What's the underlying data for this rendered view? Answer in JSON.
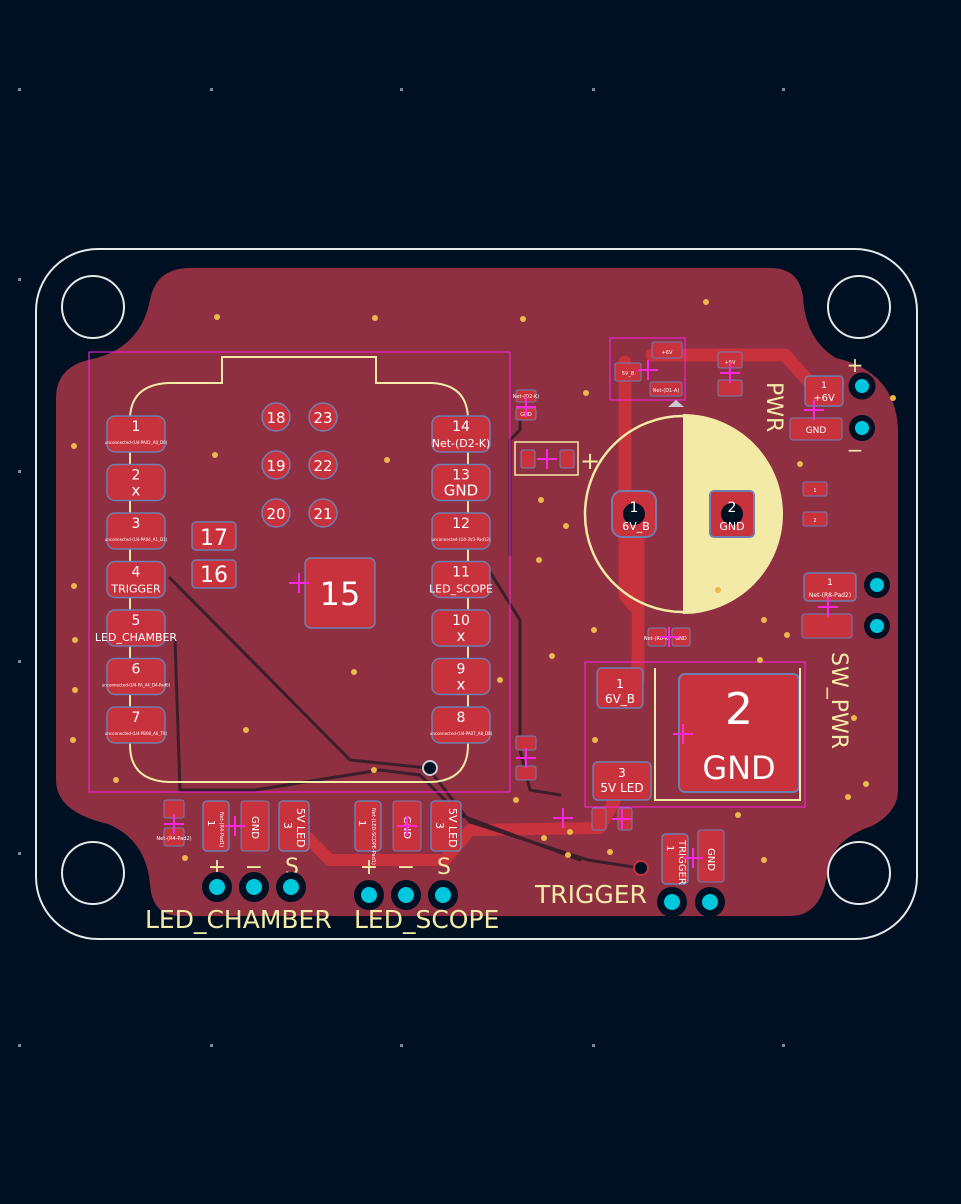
{
  "colors": {
    "background": "#001023",
    "copper": "#8e2f42",
    "pad": "#c8323c",
    "pad_outline": "#6f7fb0",
    "trace": "#c8323c",
    "silkscreen": "#f2eaa6",
    "edge_cuts": "#e8e8e8",
    "via": "#ecb84a",
    "through_hole": "#00c8dc",
    "courtyard": "#ff26e2",
    "pad_label": "#ffffff"
  },
  "mcu": {
    "left_pins": [
      {
        "num": "1",
        "net": "unconnected-(U4-PA02_A0_D0)"
      },
      {
        "num": "2",
        "net": "x"
      },
      {
        "num": "3",
        "net": "unconnected-(U4-PA04_A1_D1)"
      },
      {
        "num": "4",
        "net": "TRIGGER"
      },
      {
        "num": "5",
        "net": "LED_CHAMBER"
      },
      {
        "num": "6",
        "net": "unconnected-(U4-PA_A4_D4-Pad6)"
      },
      {
        "num": "7",
        "net": "unconnected-(U4-PB08_A6_TX)"
      }
    ],
    "right_pins": [
      {
        "num": "14",
        "net": "Net-(D2-K)"
      },
      {
        "num": "13",
        "net": "GND"
      },
      {
        "num": "12",
        "net": "unconnected-(U4-3V3-Pad12)"
      },
      {
        "num": "11",
        "net": "LED_SCOPE"
      },
      {
        "num": "10",
        "net": "x"
      },
      {
        "num": "9",
        "net": "x"
      },
      {
        "num": "8",
        "net": "unconnected-(U4-PA07_A8_D8)"
      }
    ],
    "grid_pins": [
      "18",
      "23",
      "19",
      "22",
      "20",
      "21"
    ],
    "small_pads": [
      "17",
      "16"
    ],
    "big_pad": "15"
  },
  "capacitor": {
    "pad1_num": "1",
    "pad1_net": "6V_B",
    "pad2_num": "2",
    "pad2_net": "GND",
    "plus": "+"
  },
  "battery": {
    "pad1_num": "1",
    "pad1_net": "6V_B",
    "pad2_num": "2",
    "pad2_net": "GND"
  },
  "regulator": {
    "pad_num": "3",
    "pad_net": "5V LED"
  },
  "pwr": {
    "label": "PWR",
    "pad_num": "1",
    "pad_net": "+6V",
    "gnd": "GND",
    "plus": "+",
    "minus": "−"
  },
  "sw_pwr": {
    "label": "SW_PWR",
    "pad_num": "1",
    "pad_net": "Net-(R8-Pad2)"
  },
  "led_chamber": {
    "label": "LED_CHAMBER",
    "plus": "+",
    "minus": "−",
    "sig": "S",
    "pad1": "1",
    "pad1_net": "Net-(R4-Pad1)",
    "pad3": "3",
    "pad3_net": "5V LED",
    "gnd": "GND"
  },
  "led_scope": {
    "label": "LED_SCOPE",
    "plus": "+",
    "minus": "−",
    "sig": "S",
    "pad1": "1",
    "pad1_net": "Net-(LED-SCOPE-Pad1)",
    "pad3": "3",
    "pad3_net": "5V LED",
    "gnd": "GND"
  },
  "trigger": {
    "label": "TRIGGER",
    "pad_num": "1",
    "pad_net": "TRIGGER",
    "gnd": "GND"
  },
  "small_parts": {
    "r_top_a": "+6V",
    "r_top_b": "+5V",
    "r_top_c": "5V_B",
    "r_top_d": "Net-(D1-A)",
    "r_mid_a": "Net-(D2-K)",
    "r_mid_b": "GND",
    "r_sw_a": "Net-(R8-K)",
    "r_sw_b": "GND",
    "r_chamber": "Net-(R4-Pad2)"
  }
}
